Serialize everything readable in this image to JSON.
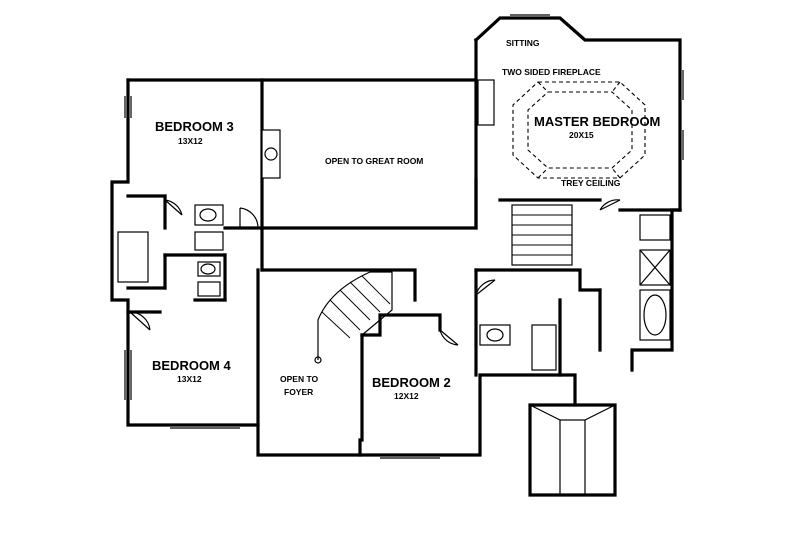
{
  "labels": {
    "sitting": "SITTING",
    "two_sided_fireplace": "TWO SIDED FIREPLACE",
    "master_bedroom": "MASTER BEDROOM",
    "master_bedroom_size": "20X15",
    "trey_ceiling": "TREY CEILING",
    "bedroom3": "BEDROOM 3",
    "bedroom3_size": "13X12",
    "open_to_great_room": "OPEN TO GREAT ROOM",
    "bedroom4": "BEDROOM 4",
    "bedroom4_size": "13X12",
    "open_to_foyer_line1": "OPEN TO",
    "open_to_foyer_line2": "FOYER",
    "bedroom2": "BEDROOM 2",
    "bedroom2_size": "12X12"
  }
}
